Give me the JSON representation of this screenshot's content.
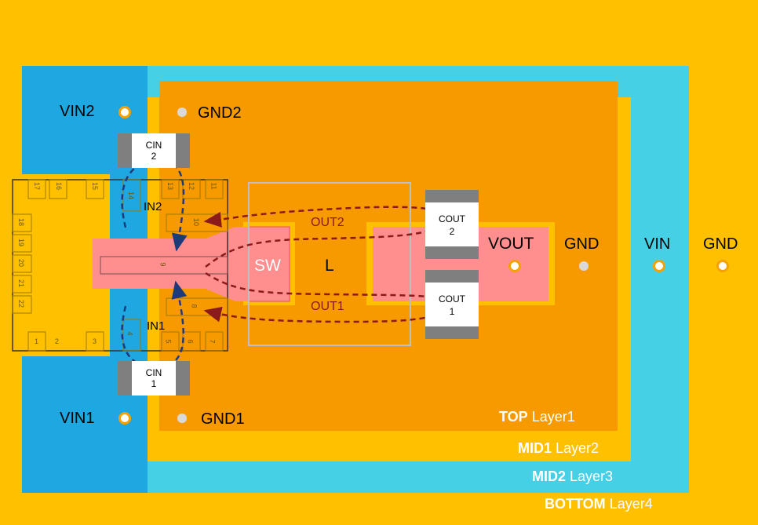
{
  "labels": {
    "vin2": "VIN2",
    "gnd2": "GND2",
    "vin1": "VIN1",
    "gnd1": "GND1",
    "vout": "VOUT",
    "gnd_mid": "GND",
    "vin_right": "VIN",
    "gnd_right": "GND",
    "sw": "SW",
    "inductor": "L",
    "out2": "OUT2",
    "out1": "OUT1",
    "in2": "IN2",
    "in1": "IN1"
  },
  "capacitors": {
    "cin2": {
      "name": "CIN",
      "num": "2"
    },
    "cin1": {
      "name": "CIN",
      "num": "1"
    },
    "cout2": {
      "name": "COUT",
      "num": "2"
    },
    "cout1": {
      "name": "COUT",
      "num": "1"
    }
  },
  "layers": {
    "top": {
      "name": "TOP",
      "layer": "Layer1"
    },
    "mid1": {
      "name": "MID1",
      "layer": "Layer2"
    },
    "mid2": {
      "name": "MID2",
      "layer": "Layer3"
    },
    "bottom": {
      "name": "BOTTOM",
      "layer": "Layer4"
    }
  },
  "pins": {
    "p17": "17",
    "p16": "16",
    "p15": "15",
    "p14": "14",
    "p13": "13",
    "p12": "12",
    "p11": "11",
    "p10": "10",
    "p18": "18",
    "p19": "19",
    "p20": "20",
    "p21": "21",
    "p22": "22",
    "p9": "9",
    "p8": "8",
    "p1": "1",
    "p2": "2",
    "p3": "3",
    "p4": "4",
    "p5": "5",
    "p6": "6",
    "p7": "7"
  },
  "colors": {
    "bottom_layer": "#FFC000",
    "mid2_layer": "#45D0E6",
    "vin_copper": "#1EA7E1",
    "top_layer": "#F79A00",
    "sw_copper": "#FF8F8F",
    "loop_out": "#8B1A1A",
    "loop_in": "#1F3A7A",
    "via_ring": "#F5A100"
  }
}
